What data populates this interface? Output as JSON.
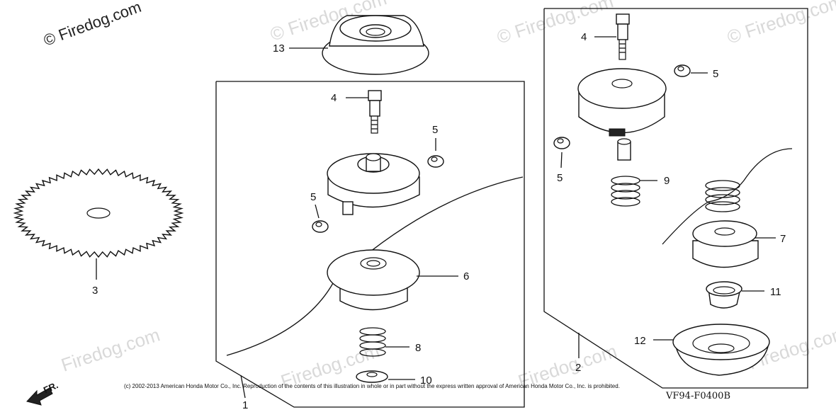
{
  "watermark": {
    "main": "© Firedog.com",
    "faint": [
      "© Firedog.com",
      "© Firedog.com",
      "© Firedog.com",
      "© Firedog.com",
      "Firedog.com",
      "Firedog.com",
      "Firedog.com",
      "Firedog.com"
    ]
  },
  "callouts": {
    "p1": "1",
    "p2": "2",
    "p3": "3",
    "p4a": "4",
    "p4b": "4",
    "p5a": "5",
    "p5b": "5",
    "p5c": "5",
    "p5d": "5",
    "p6": "6",
    "p7": "7",
    "p8": "8",
    "p9": "9",
    "p10": "10",
    "p11": "11",
    "p12": "12",
    "p13": "13"
  },
  "copyright": "(c) 2002-2013 American Honda Motor Co., Inc. Reproduction of the contents of this illustration in whole or in part without the express written approval of American Honda Motor Co., Inc. is prohibited.",
  "diagram_code": "VF94-F0400B",
  "direction_label": "FR."
}
